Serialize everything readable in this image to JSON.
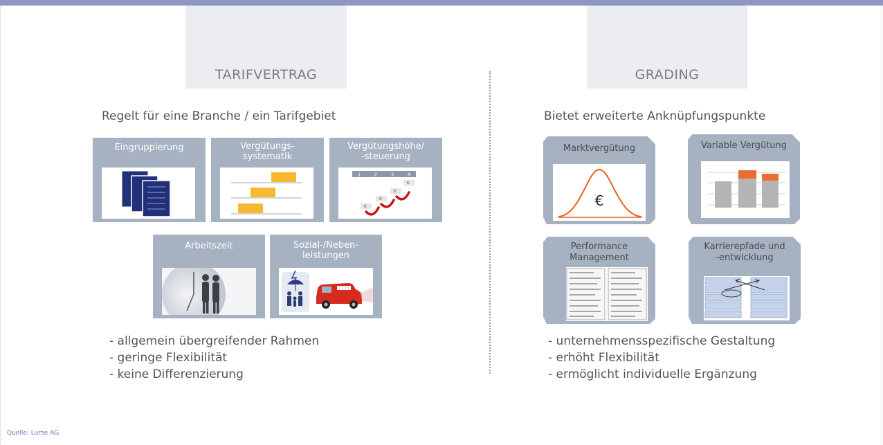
{
  "left": {
    "heading": "TARIFVERTRAG",
    "subtitle": "Regelt für eine Branche / ein Tarifgebiet",
    "tiles": [
      {
        "label": "Eingruppierung"
      },
      {
        "label": "Vergütungs-\nsystematik"
      },
      {
        "label": "Vergütungshöhe/\n-steuerung"
      },
      {
        "label": "Arbeitszeit"
      },
      {
        "label": "Sozial-/Neben-\nleistungen"
      }
    ],
    "steps": [
      "1",
      "2",
      "3",
      "4"
    ],
    "currency": "€",
    "bullets": [
      "- allgemein übergreifender Rahmen",
      "- geringe Flexibilität",
      "- keine Differenzierung"
    ]
  },
  "right": {
    "heading": "GRADING",
    "subtitle": "Bietet erweiterte Anknüpfungspunkte",
    "tiles": [
      {
        "label": "Marktvergütung"
      },
      {
        "label": "Variable Vergütung"
      },
      {
        "label": "Performance\nManagement"
      },
      {
        "label": "Karrierepfade und\n-entwicklung"
      }
    ],
    "currency": "€",
    "bullets": [
      "- unternehmensspezifische Gestaltung",
      "- erhöht Flexibilität",
      "- ermöglicht individuelle Ergänzung"
    ]
  },
  "source": "Quelle: Lurse AG.",
  "colors": {
    "accent": "#8c98c3",
    "tile": "#a6b1c1",
    "curve": "#e8601c",
    "bar_variable": "#e8702e",
    "navy": "#1f2f72",
    "gold": "#f7b931"
  }
}
